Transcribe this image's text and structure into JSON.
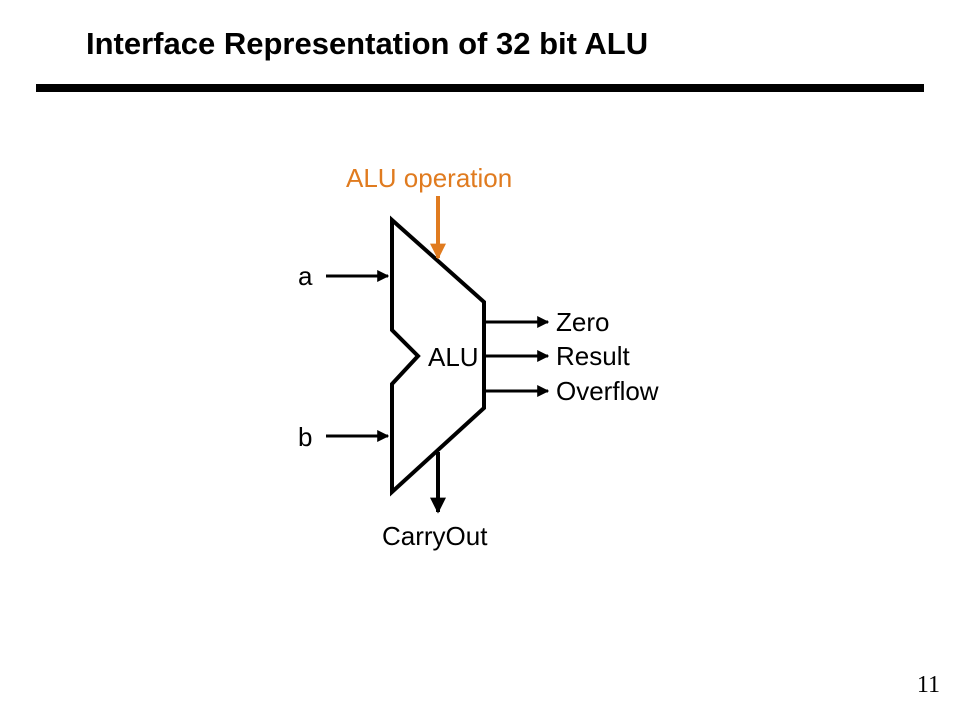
{
  "slide": {
    "title": "Interface Representation of 32 bit ALU",
    "page_number": "11"
  },
  "diagram": {
    "alu_label": "ALU",
    "control_input": {
      "label": "ALU operation",
      "color": "#e07b1f"
    },
    "inputs": [
      {
        "id": "a",
        "label": "a"
      },
      {
        "id": "b",
        "label": "b"
      }
    ],
    "outputs": [
      {
        "id": "zero",
        "label": "Zero"
      },
      {
        "id": "result",
        "label": "Result"
      },
      {
        "id": "overflow",
        "label": "Overflow"
      }
    ],
    "carry_out": {
      "label": "CarryOut"
    },
    "line_color": "#000000"
  }
}
